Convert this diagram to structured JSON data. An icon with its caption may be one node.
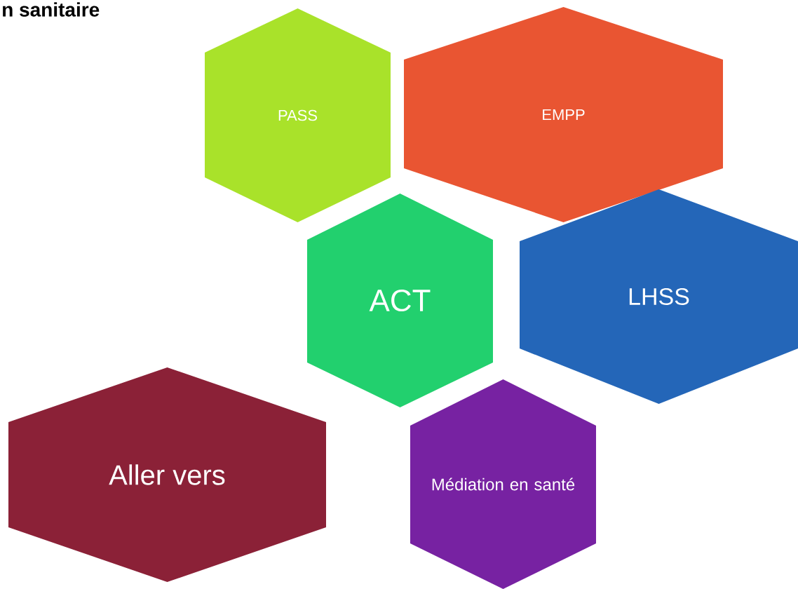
{
  "diagram": {
    "title": "n sanitaire",
    "nodes": [
      {
        "text": [
          "PASS"
        ]
      },
      {
        "text": [
          "EMPP"
        ]
      },
      {
        "text": [
          "ACT"
        ]
      },
      {
        "text": [
          "LHSS"
        ]
      },
      {
        "text": [
          "Aller vers"
        ]
      },
      {
        "text": [
          "Médiation en santé"
        ]
      }
    ]
  }
}
